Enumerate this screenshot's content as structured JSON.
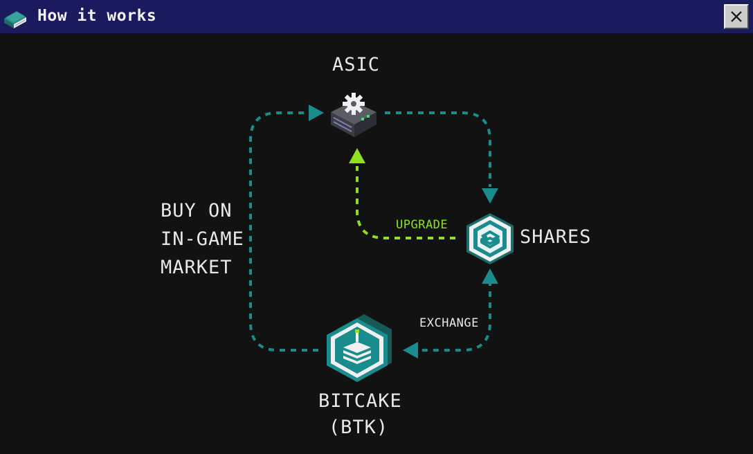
{
  "window": {
    "title": "How it works",
    "title_icon": "book-icon",
    "close_icon": "close-icon"
  },
  "diagram": {
    "nodes": {
      "asic": {
        "label": "ASIC",
        "icon": "asic-miner-icon"
      },
      "shares": {
        "label": "SHARES",
        "icon": "shares-hexagon-icon"
      },
      "bitcake": {
        "label_line1": "BITCAKE",
        "label_line2": "(BTK)",
        "icon": "bitcake-hexagon-icon"
      }
    },
    "edges": {
      "buy": {
        "line1": "BUY ON",
        "line2": "IN-GAME",
        "line3": "MARKET"
      },
      "upgrade": "UPGRADE",
      "exchange": "EXCHANGE"
    },
    "colors": {
      "background": "#121212",
      "titlebar": "#1c1a5e",
      "flow_teal": "#1a8c8e",
      "upgrade_green": "#8fe11f",
      "text": "#e8e8e8"
    }
  }
}
